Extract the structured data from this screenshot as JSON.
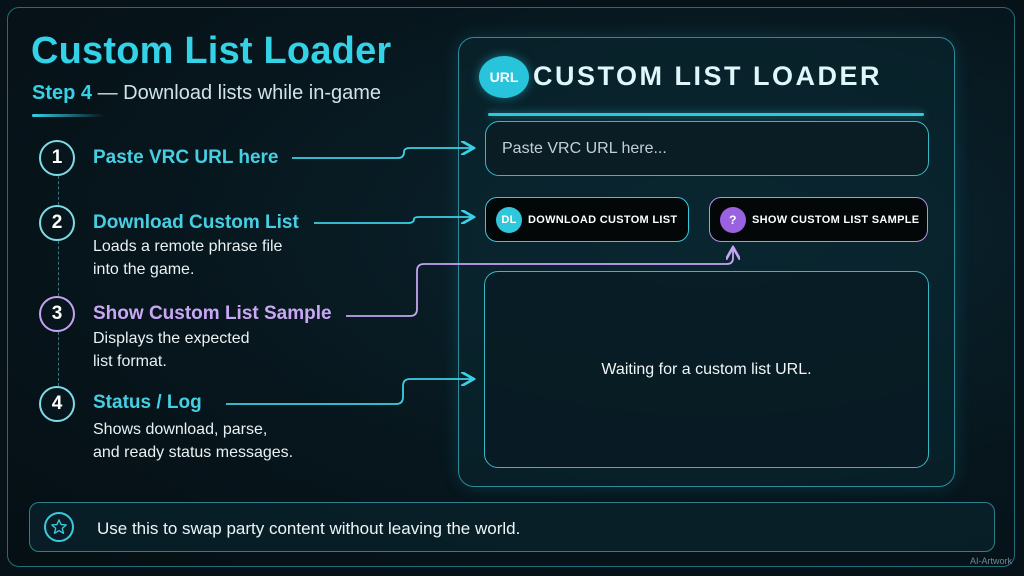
{
  "header": {
    "title": "Custom List Loader",
    "step_label": "Step 4",
    "step_text": " — Download lists while in-game"
  },
  "steps": [
    {
      "number": "1",
      "title": "Paste VRC URL here",
      "desc": []
    },
    {
      "number": "2",
      "title": "Download Custom List",
      "desc": [
        "Loads a remote phrase file",
        "into the game."
      ]
    },
    {
      "number": "3",
      "title": "Show Custom List Sample",
      "desc": [
        "Displays the expected",
        "list format."
      ]
    },
    {
      "number": "4",
      "title": "Status / Log",
      "desc": [
        "Shows download, parse,",
        "and ready status messages."
      ]
    }
  ],
  "panel": {
    "badge": "URL",
    "title": "CUSTOM LIST LOADER",
    "url_placeholder": "Paste VRC URL here...",
    "download_button": {
      "icon_text": "DL",
      "label": "DOWNLOAD CUSTOM LIST"
    },
    "sample_button": {
      "icon_text": "?",
      "label": "SHOW CUSTOM LIST SAMPLE"
    },
    "status_text": "Waiting for a custom list URL."
  },
  "footer": {
    "icon": "star-icon",
    "text": "Use this to swap party content without leaving the world."
  },
  "watermark": "AI-Artwork",
  "colors": {
    "accent_cyan": "#34d2e6",
    "accent_purple": "#c8a8f5",
    "background": "#061218"
  }
}
